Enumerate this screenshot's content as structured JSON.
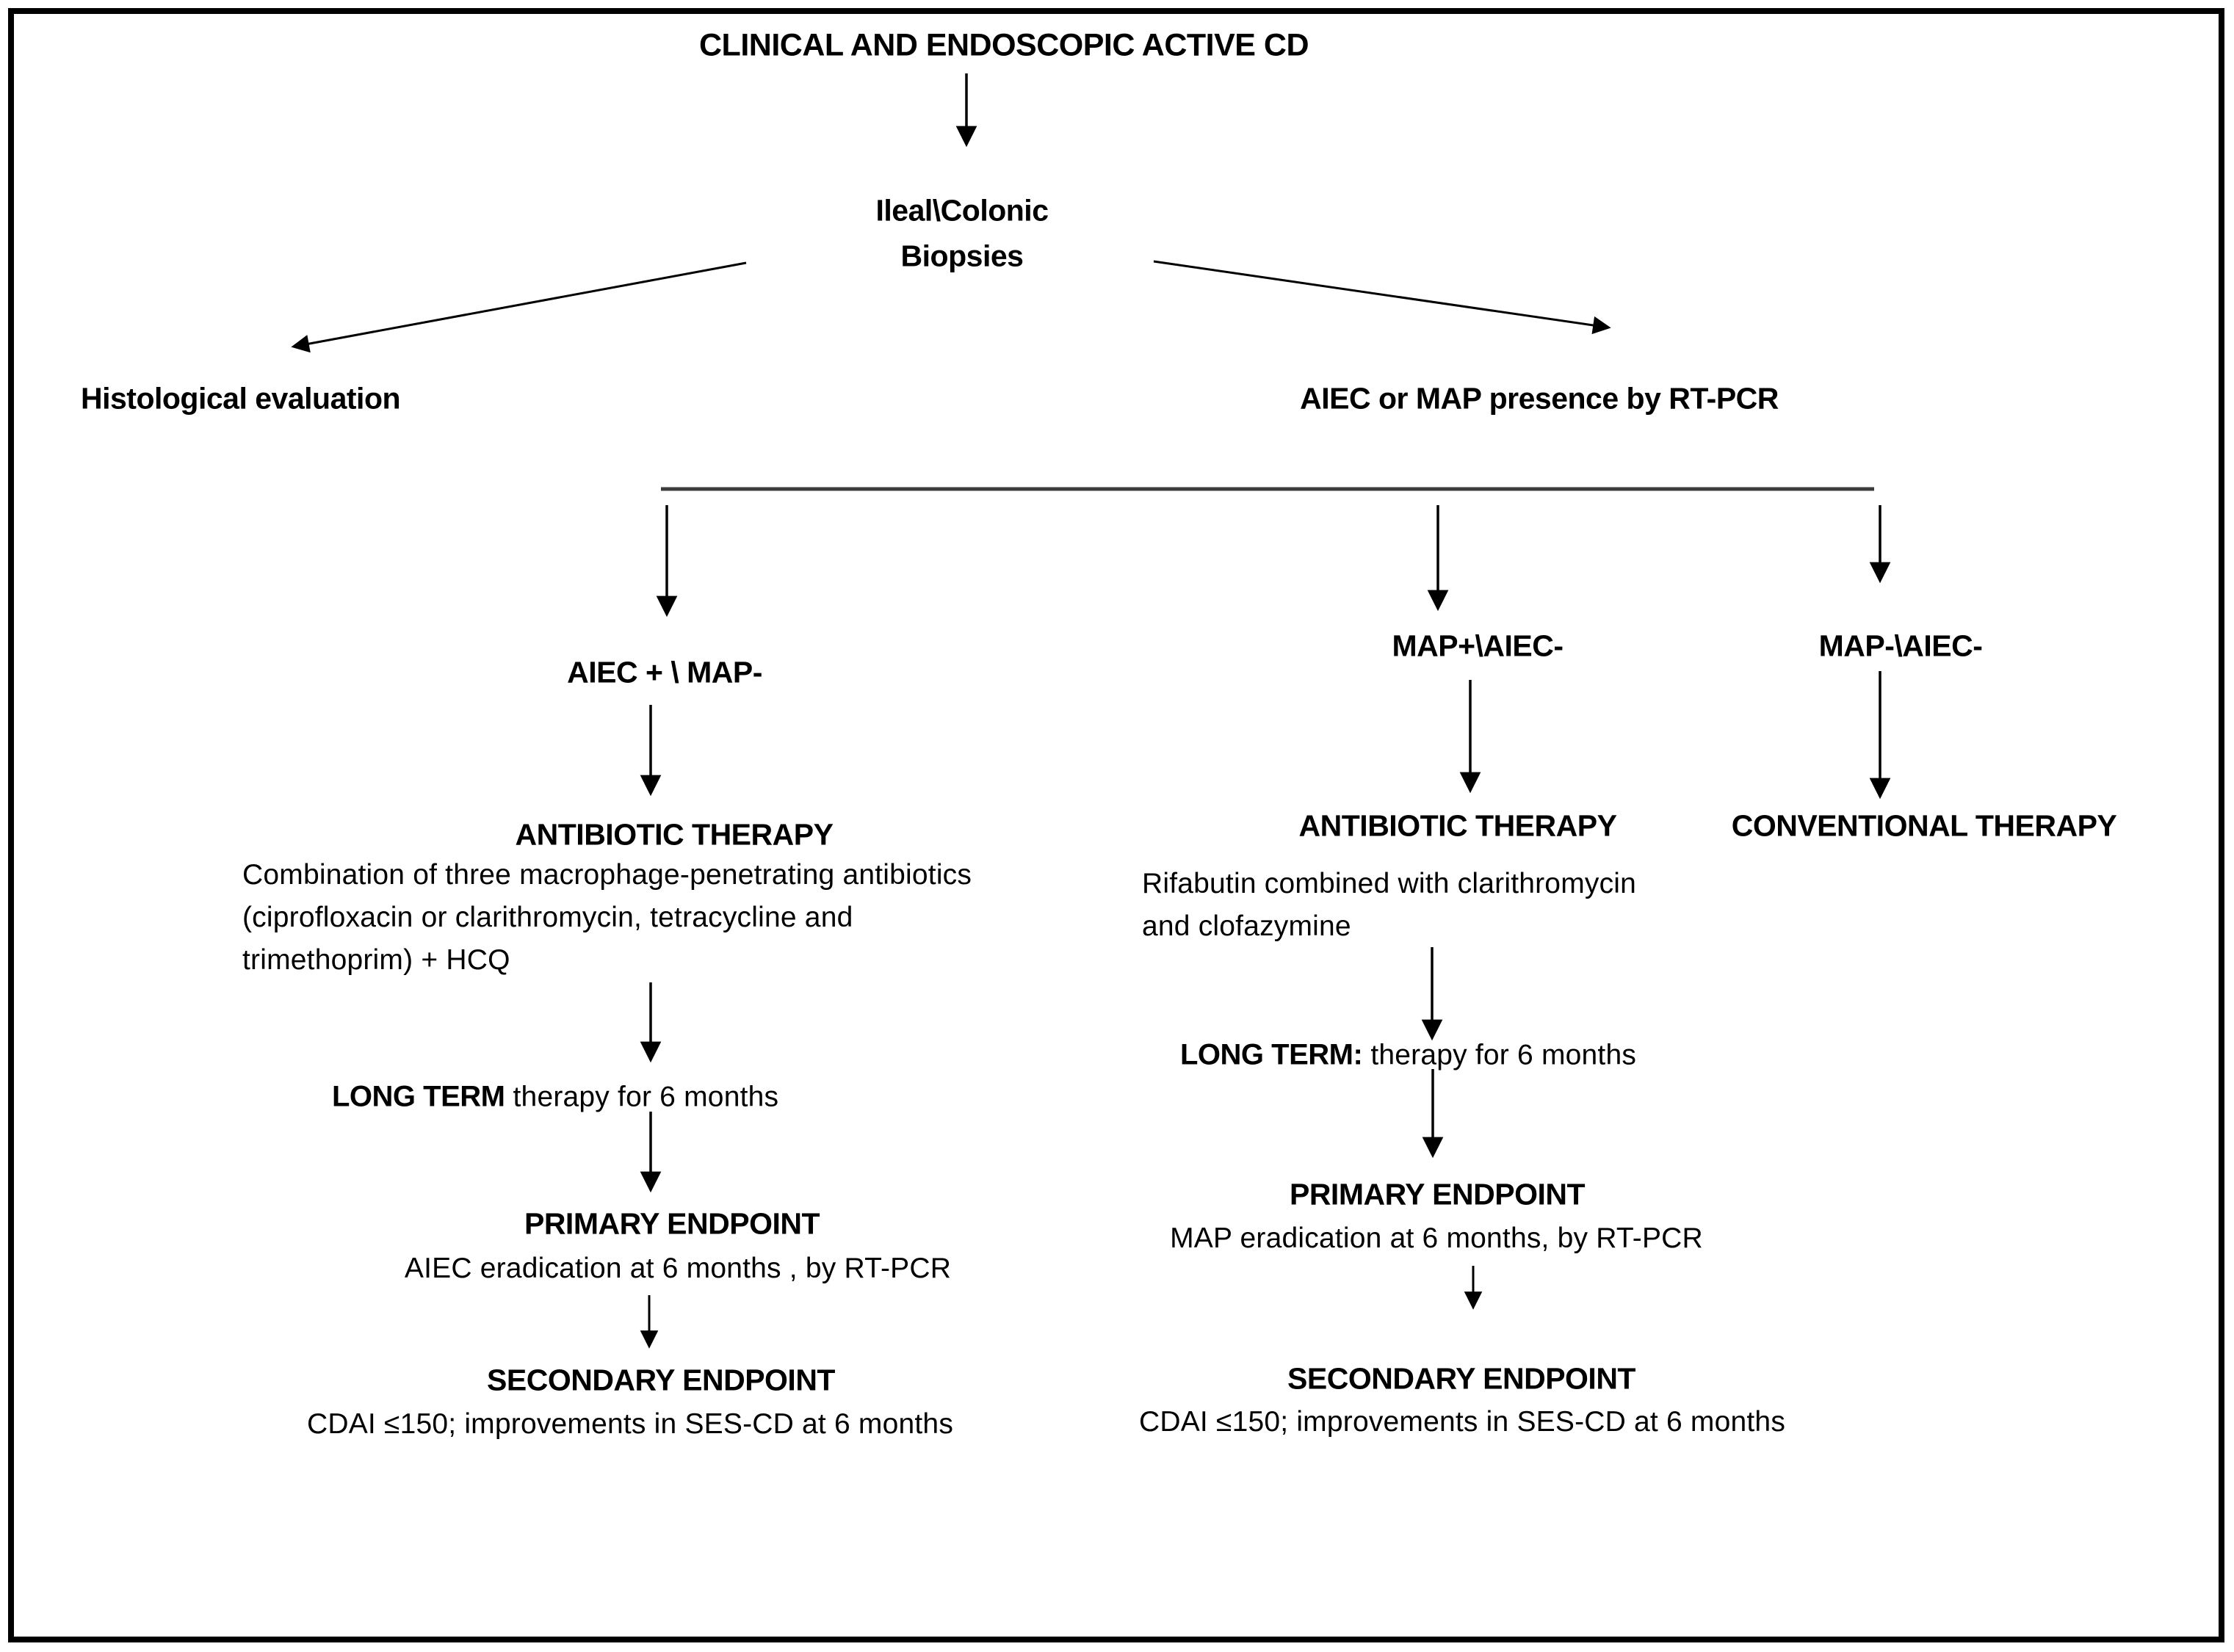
{
  "title": "CLINICAL AND ENDOSCOPIC ACTIVE CD",
  "root": {
    "line1": "Ileal\\Colonic",
    "line2": "Biopsies"
  },
  "branches": {
    "left": "Histological evaluation",
    "right": "AIEC or MAP presence by RT-PCR"
  },
  "arms": [
    {
      "group": "AIEC + \\ MAP-",
      "therapy_title": "ANTIBIOTIC THERAPY",
      "therapy_lines": [
        "Combination of three macrophage-penetrating antibiotics",
        "(ciprofloxacin or clarithromycin, tetracycline and",
        "trimethoprim)  + HCQ"
      ],
      "duration_bold": "LONG TERM",
      "duration_rest": " therapy for 6 months",
      "primary_label": "PRIMARY ENDPOINT",
      "primary_text": "AIEC eradication at 6 months , by RT-PCR",
      "secondary_label": "SECONDARY ENDPOINT",
      "secondary_text": "CDAI ≤150; improvements in SES-CD at 6 months"
    },
    {
      "group": "MAP+\\AIEC-",
      "therapy_title": "ANTIBIOTIC THERAPY",
      "therapy_lines": [
        "Rifabutin combined with clarithromycin",
        "and clofazymine"
      ],
      "duration_bold": "LONG TERM:",
      "duration_rest": " therapy for 6 months",
      "primary_label": "PRIMARY ENDPOINT",
      "primary_text": "MAP eradication at 6 months, by RT-PCR",
      "secondary_label": "SECONDARY ENDPOINT",
      "secondary_text": "CDAI ≤150; improvements in SES-CD at 6 months"
    },
    {
      "group": "MAP-\\AIEC-",
      "therapy_title": "CONVENTIONAL THERAPY"
    }
  ],
  "colors": {
    "line": "#000000",
    "divider": "#3c3c3c",
    "background": "#ffffff"
  }
}
